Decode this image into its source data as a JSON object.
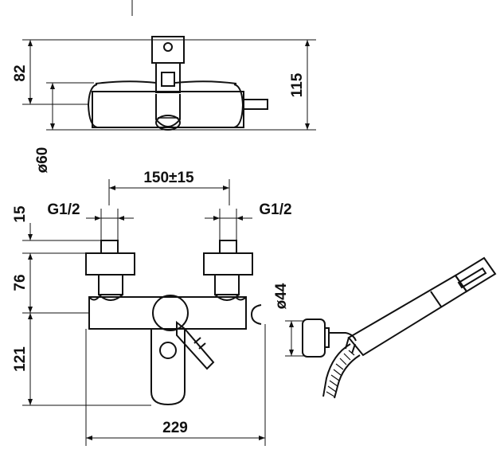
{
  "dimensions": {
    "top_height": "82",
    "overall_height": "115",
    "top_diameter": "ø60",
    "center_distance": "150±15",
    "thread_left": "G1/2",
    "thread_right": "G1/2",
    "connector_length": "15",
    "connector_height": "76",
    "body_height": "121",
    "overall_width": "229",
    "holder_diameter": "ø44"
  },
  "colors": {
    "line": "#111111",
    "background": "#ffffff"
  }
}
